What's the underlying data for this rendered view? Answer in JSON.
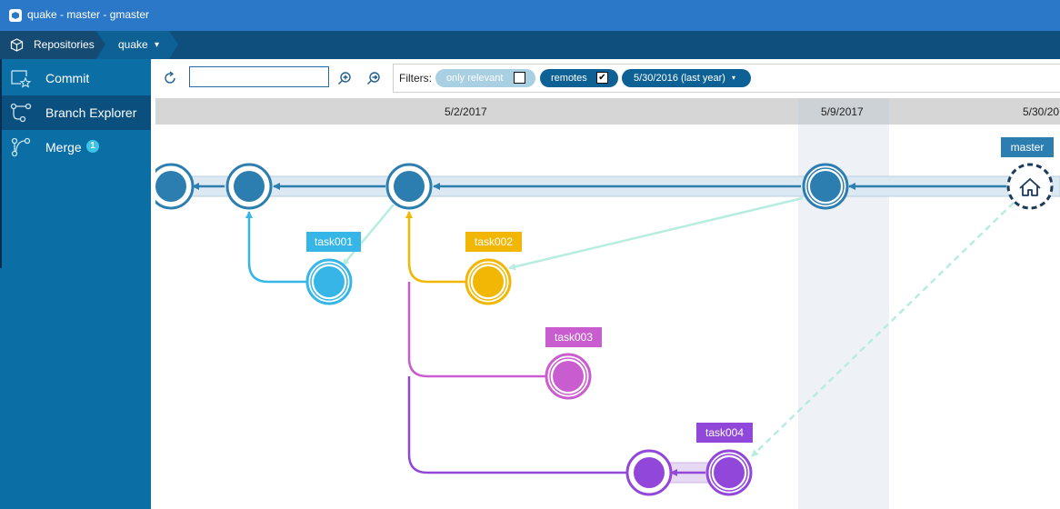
{
  "window": {
    "title": "quake - master - gmaster",
    "icon": "gmaster-logo-icon"
  },
  "breadcrumb": {
    "repositories_label": "Repositories",
    "repo_label": "quake",
    "repositories_icon": "cube-icon",
    "repo_caret": "▾"
  },
  "sidebar": {
    "items": [
      {
        "label": "Commit",
        "icon": "commit-star-icon",
        "active": false
      },
      {
        "label": "Branch Explorer",
        "icon": "branch-explorer-icon",
        "active": true
      },
      {
        "label": "Merge",
        "icon": "merge-icon",
        "active": false,
        "badge": "1"
      }
    ]
  },
  "toolbar": {
    "refresh_icon": "refresh-icon",
    "search_value": "",
    "zoom_in_icon": "zoom-in-icon",
    "zoom_out_icon": "zoom-out-icon",
    "filters_label": "Filters:",
    "filters": [
      {
        "label": "only relevant",
        "checked": false
      },
      {
        "label": "remotes",
        "checked": true,
        "check_mark": "✔"
      },
      {
        "label": "5/30/2016 (last year)",
        "caret": "▾"
      }
    ]
  },
  "timeline": {
    "dates": [
      "5/2/2017",
      "5/9/2017",
      "5/30/20"
    ]
  },
  "branches": {
    "master": {
      "label": "master",
      "color": "#2d7eb0"
    },
    "task001": {
      "label": "task001",
      "color": "#35b6e6"
    },
    "task002": {
      "label": "task002",
      "color": "#f2b705"
    },
    "task003": {
      "label": "task003",
      "color": "#c95dd0"
    },
    "task004": {
      "label": "task004",
      "color": "#9147d9"
    }
  },
  "colors": {
    "link_line": "#b7ece0",
    "home_border": "#1c3a5c",
    "head_icon": "home-icon"
  }
}
